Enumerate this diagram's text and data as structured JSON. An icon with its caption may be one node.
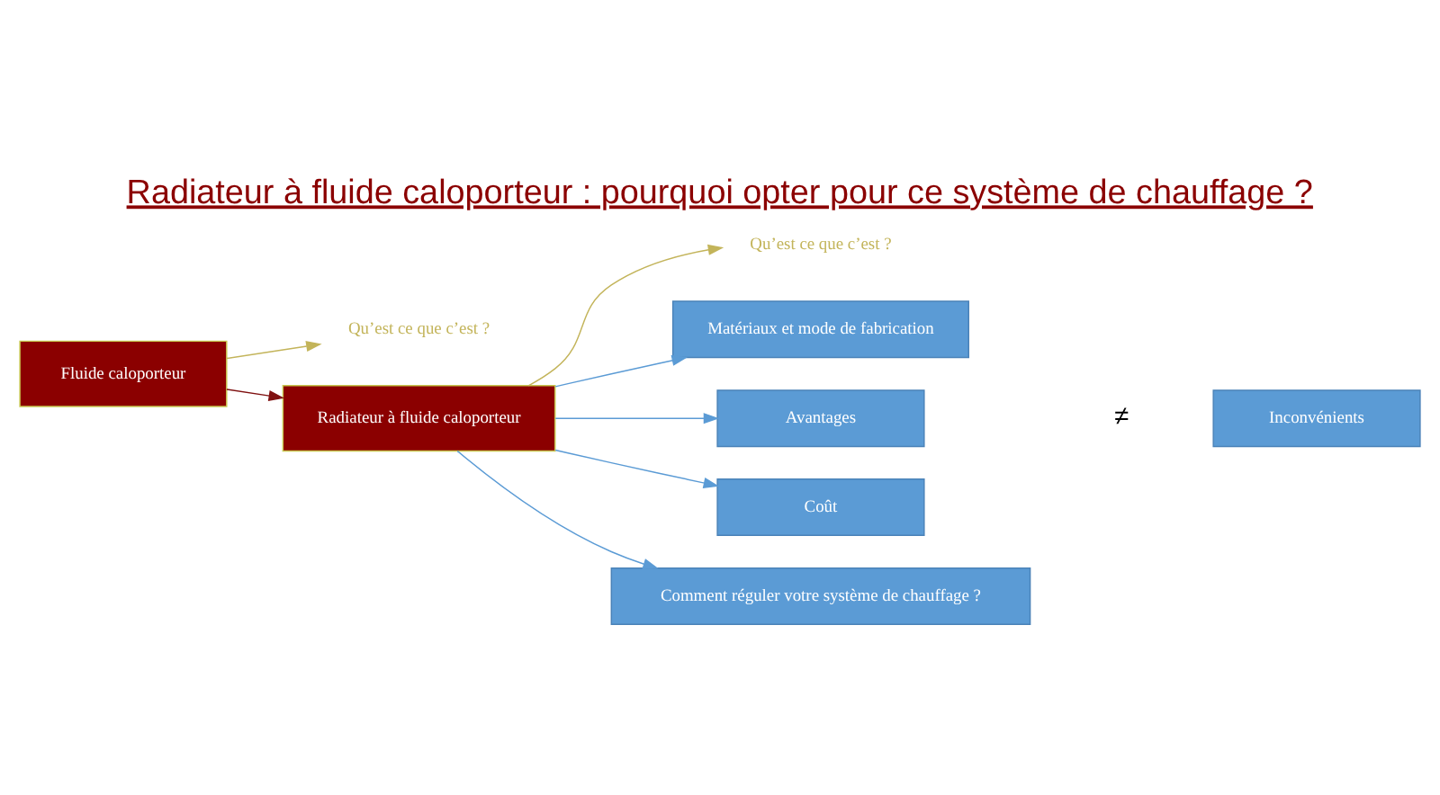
{
  "diagram": {
    "title": "Radiateur à fluide caloporteur : pourquoi opter pour ce système de chauffage ?",
    "nodes": [
      {
        "text": [
          "Fluide caloporteur"
        ]
      },
      {
        "text": [
          "Qu’est ce que c’est ?"
        ]
      },
      {
        "text": [
          "Radiateur à fluide caloporteur"
        ]
      },
      {
        "text": [
          "Qu’est ce que c’est ?"
        ]
      },
      {
        "text": [
          "Matériaux et mode de fabrication"
        ]
      },
      {
        "text": [
          "Avantages"
        ]
      },
      {
        "text": [
          "Inconvénients"
        ]
      },
      {
        "text": [
          "Coût"
        ]
      },
      {
        "text": [
          "Comment réguler votre système de chauffage ?"
        ]
      }
    ],
    "edges": [
      {
        "from": 0,
        "to": 1,
        "arrow": "to",
        "color": "#c3b45a"
      },
      {
        "from": 0,
        "to": 2,
        "arrow": "to",
        "color": "#7f1010"
      },
      {
        "from": 2,
        "to": 3,
        "arrow": "to",
        "color": "#c3b45a"
      },
      {
        "from": 2,
        "to": 4,
        "arrow": "to"
      },
      {
        "from": 2,
        "to": 5,
        "arrow": "to"
      },
      {
        "from": 2,
        "to": 7,
        "arrow": "to"
      },
      {
        "from": 2,
        "to": 8,
        "arrow": "to"
      }
    ],
    "labels": [
      "≠"
    ]
  }
}
